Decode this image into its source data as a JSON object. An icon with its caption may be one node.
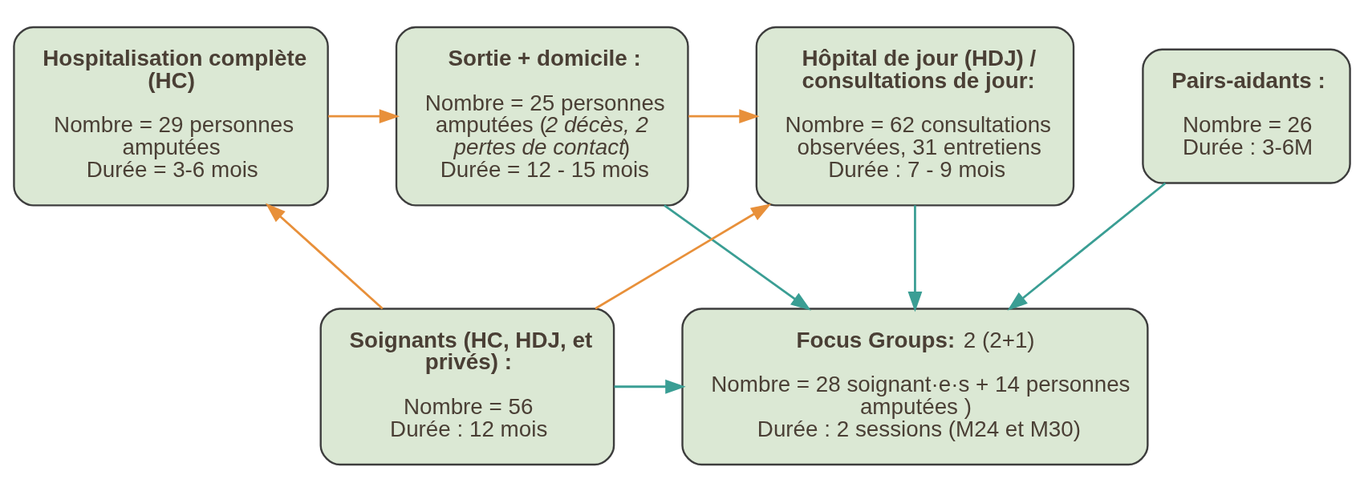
{
  "diagram": {
    "nodes": [
      {
        "text": [
          "Hospitalisation complète (HC)",
          "Nombre = 29 personnes amputées",
          "Durée = 3-6 mois"
        ]
      },
      {
        "text": [
          "Sortie + domicile :",
          "Nombre = 25 personnes amputées (*2 décès, 2 pertes de contact*)",
          "Durée = 12 - 15 mois"
        ]
      },
      {
        "text": [
          "Hôpital de jour (HDJ) / consultations de jour:",
          "Nombre = 62 consultations observées, 31 entretiens",
          "Durée : 7 - 9 mois"
        ]
      },
      {
        "text": [
          "Pairs-aidants :",
          "Nombre = 26",
          "Durée : 3-6M"
        ]
      },
      {
        "text": [
          "Soignants (HC, HDJ, et privés) :",
          "Nombre = 56",
          "Durée : 12 mois"
        ]
      },
      {
        "text": [
          "**Focus Groups:** 2 (2+1)",
          "Nombre = 28 soignant·e·s + 14 personnes amputées )",
          "Durée : 2 sessions (M24 et M30)"
        ]
      }
    ],
    "edges": [
      {
        "from": 0,
        "to": 1,
        "arrow": "to",
        "color": "#e8903a"
      },
      {
        "from": 1,
        "to": 2,
        "arrow": "to",
        "color": "#e8903a"
      },
      {
        "from": 1,
        "to": 5,
        "arrow": "to",
        "color": "#3a9e94"
      },
      {
        "from": 2,
        "to": 5,
        "arrow": "to",
        "color": "#3a9e94"
      },
      {
        "from": 3,
        "to": 5,
        "arrow": "to",
        "color": "#3a9e94"
      },
      {
        "from": 4,
        "to": 0,
        "arrow": "to",
        "color": "#e8903a"
      },
      {
        "from": 4,
        "to": 2,
        "arrow": "to",
        "color": "#e8903a"
      },
      {
        "from": 4,
        "to": 5,
        "arrow": "to",
        "color": "#3a9e94"
      }
    ]
  }
}
